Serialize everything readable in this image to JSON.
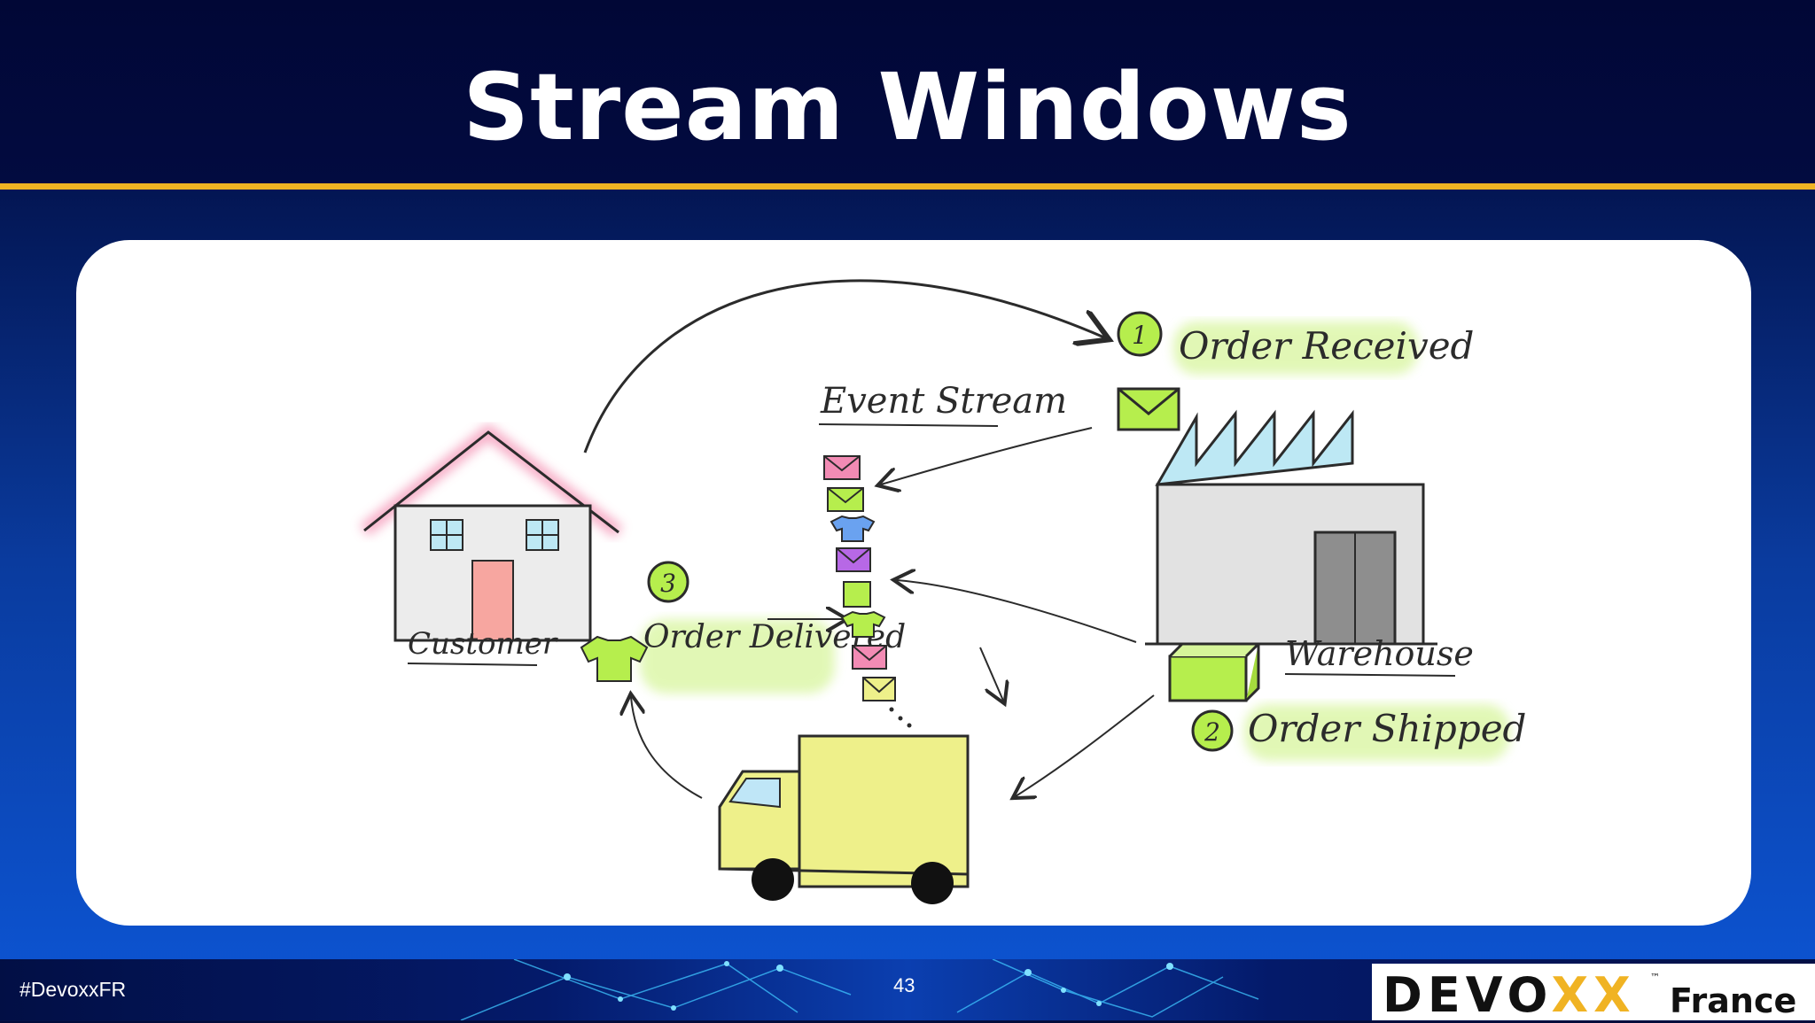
{
  "slide": {
    "title": "Stream Windows"
  },
  "diagram": {
    "labels": {
      "event_stream": "Event Stream",
      "customer": "Customer",
      "warehouse": "Warehouse"
    },
    "steps": [
      {
        "number": "1",
        "label": "Order Received"
      },
      {
        "number": "2",
        "label": "Order Shipped"
      },
      {
        "number": "3",
        "label": "Order Delivered"
      }
    ]
  },
  "footer": {
    "hashtag": "#DevoxxFR",
    "page_number": "43",
    "logo_prefix": "DEVO",
    "logo_x": "XX",
    "logo_tm": "™",
    "logo_suffix": "France"
  },
  "colors": {
    "accent_gold": "#f0b323",
    "highlight_green": "#c9f27a",
    "envelope_pink": "#f28bb4",
    "envelope_green": "#b6ee4d",
    "shirt_blue": "#6aa2f0",
    "envelope_purple": "#b768e6",
    "truck_yellow": "#eef08a",
    "truck_cab_blue": "#bfe6f7",
    "box_green": "#b6ee4d"
  },
  "icons": [
    "house-icon",
    "factory-icon",
    "truck-icon",
    "envelope-icon",
    "shirt-icon",
    "box-icon"
  ]
}
